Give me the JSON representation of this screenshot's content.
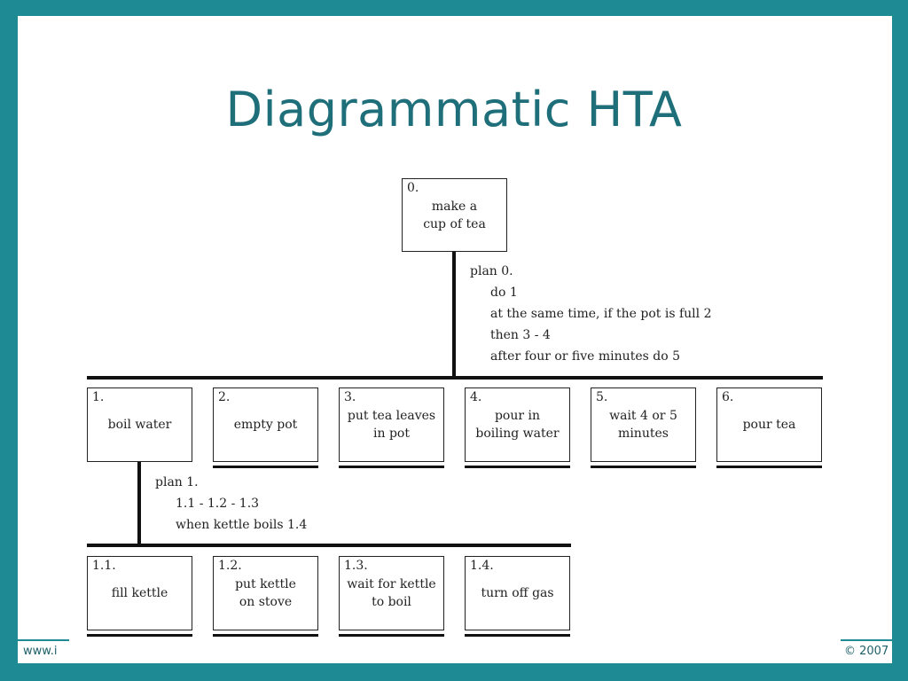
{
  "title": "Diagrammatic HTA",
  "footer": {
    "left": "www.i",
    "right": "© 2007"
  },
  "root": {
    "num": "0.",
    "label": [
      "make a",
      "cup of tea"
    ]
  },
  "plan0": {
    "heading": "plan 0.",
    "lines": [
      "do 1",
      "at the same time, if the pot is full 2",
      "then 3 - 4",
      "after four or five minutes do 5"
    ]
  },
  "level1": [
    {
      "num": "1.",
      "label": [
        "boil water"
      ]
    },
    {
      "num": "2.",
      "label": [
        "empty pot"
      ]
    },
    {
      "num": "3.",
      "label": [
        "put tea leaves",
        "in pot"
      ]
    },
    {
      "num": "4.",
      "label": [
        "pour in",
        "boiling water"
      ]
    },
    {
      "num": "5.",
      "label": [
        "wait 4 or 5",
        "minutes"
      ]
    },
    {
      "num": "6.",
      "label": [
        "pour tea"
      ]
    }
  ],
  "plan1": {
    "heading": "plan 1.",
    "lines": [
      "1.1 - 1.2 - 1.3",
      "when kettle boils  1.4"
    ]
  },
  "level2": [
    {
      "num": "1.1.",
      "label": [
        "fill kettle"
      ]
    },
    {
      "num": "1.2.",
      "label": [
        "put kettle",
        "on stove"
      ]
    },
    {
      "num": "1.3.",
      "label": [
        "wait for kettle",
        "to boil"
      ]
    },
    {
      "num": "1.4.",
      "label": [
        "turn off gas"
      ]
    }
  ]
}
